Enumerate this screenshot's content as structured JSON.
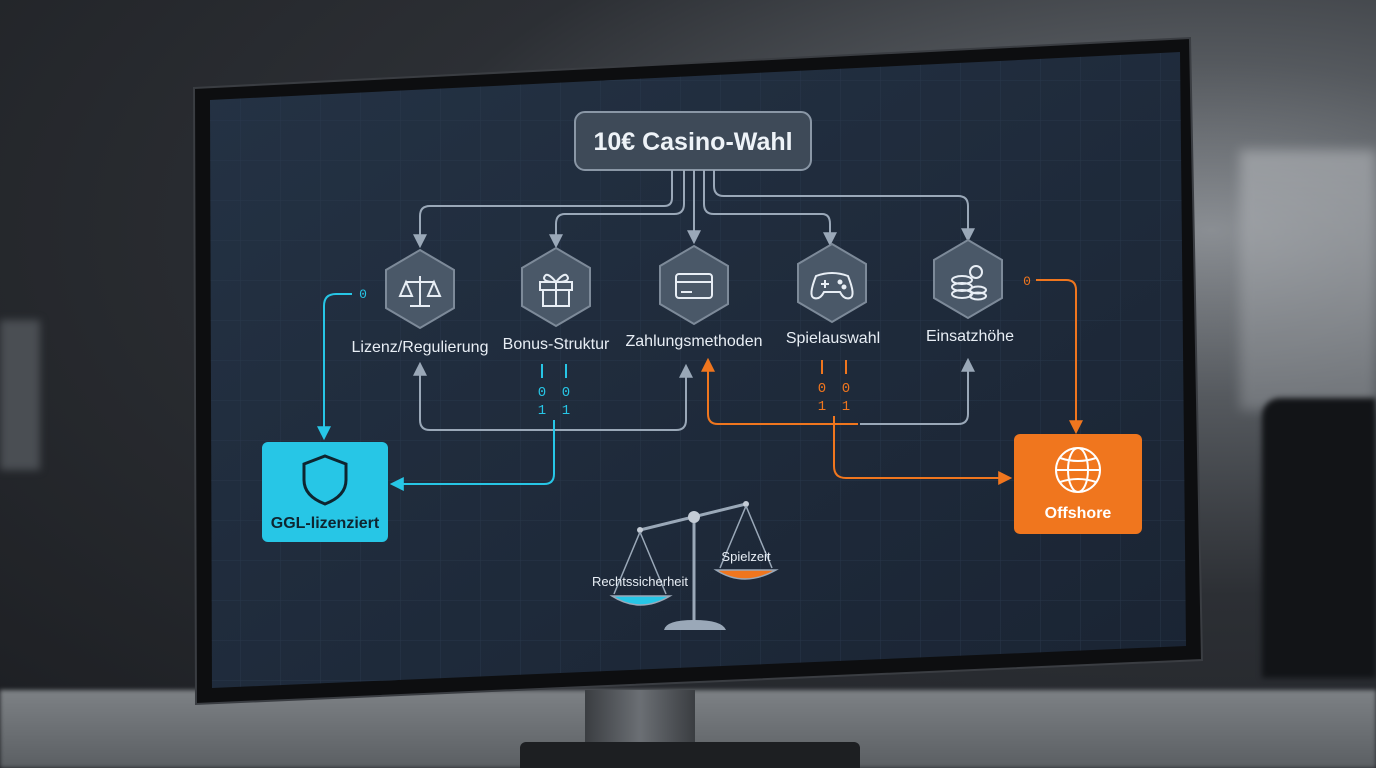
{
  "root": {
    "label": "10€ Casino-Wahl"
  },
  "criteria": [
    {
      "key": "lizenz",
      "label": "Lizenz/Regulierung",
      "icon": "scales-icon"
    },
    {
      "key": "bonus",
      "label": "Bonus-Struktur",
      "icon": "gift-icon"
    },
    {
      "key": "zahlung",
      "label": "Zahlungsmethoden",
      "icon": "credit-card-icon"
    },
    {
      "key": "spiel",
      "label": "Spielauswahl",
      "icon": "gamepad-icon"
    },
    {
      "key": "einsatz",
      "label": "Einsatzhöhe",
      "icon": "coins-icon"
    }
  ],
  "port_labels": {
    "left": "0",
    "right": "0"
  },
  "binary": {
    "zero": "0",
    "one": "1"
  },
  "outcomes": {
    "ggl": {
      "label": "GGL-lizenziert",
      "icon": "shield-icon"
    },
    "offshore": {
      "label": "Offshore",
      "icon": "globe-icon"
    }
  },
  "balance": {
    "left_label": "Rechtssicherheit",
    "right_label": "Spielzeit"
  },
  "colors": {
    "screen": "#1f2a3a",
    "grid": "#2b3a4e",
    "line": "#9aa8b8",
    "cyan": "#27c6e6",
    "orange": "#f0761e",
    "hex_fill": "#4a5868",
    "hex_stroke": "#7d8a99",
    "text": "#e8eef5"
  }
}
